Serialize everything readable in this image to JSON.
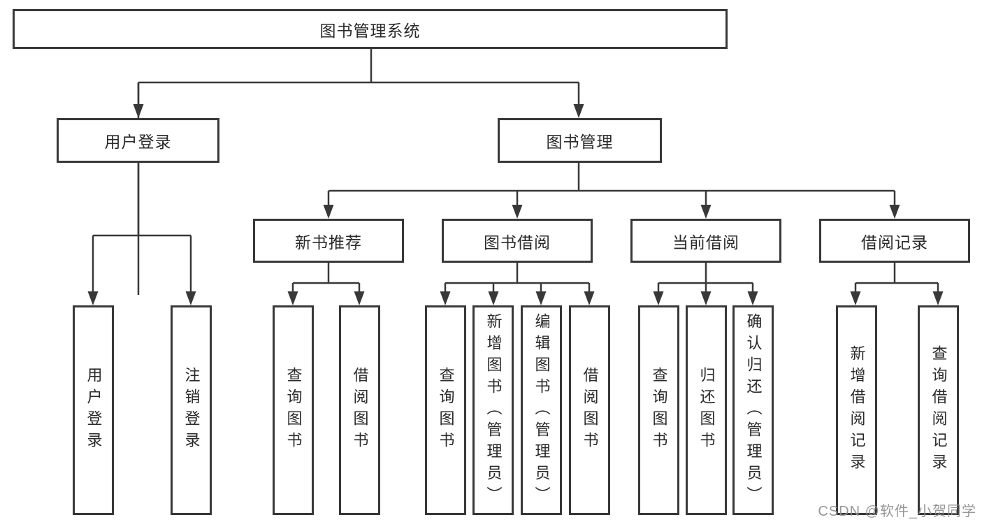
{
  "tree": {
    "root": "图书管理系统",
    "level2": [
      "用户登录",
      "图书管理"
    ],
    "level3": [
      "新书推荐",
      "图书借阅",
      "当前借阅",
      "借阅记录"
    ],
    "leaves": [
      "用户登录",
      "注销登录",
      "查询图书",
      "借阅图书",
      "查询图书",
      "新增图书（管理员）",
      "编辑图书（管理员）",
      "借阅图书",
      "查询图书",
      "归还图书",
      "确认归还（管理员）",
      "新增借阅记录",
      "查询借阅记录"
    ]
  },
  "watermark": "CSDN @软件_小贺同学",
  "colors": {
    "line": "#383838",
    "box_border": "#383838",
    "text": "#2a2a2a",
    "background": "#ffffff",
    "watermark": "#919191"
  }
}
